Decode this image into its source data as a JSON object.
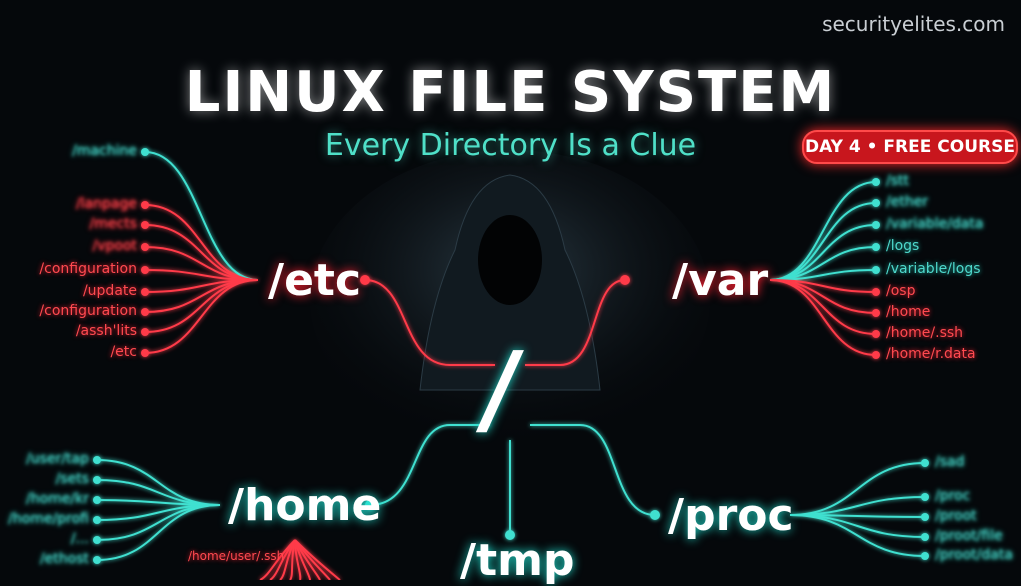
{
  "watermark": "securityelites.com",
  "title": "LINUX FILE SYSTEM",
  "subtitle": "Every Directory Is a Clue",
  "badge": "DAY 4 • FREE COURSE",
  "colors": {
    "red": "#ff3040",
    "cyan": "#3fe0d0",
    "badge": "#c8161d",
    "background": "#05080b"
  },
  "nodes": {
    "root": "/",
    "etc": "/etc",
    "var": "/var",
    "home": "/home",
    "tmp": "/tmp",
    "proc": "/proc"
  },
  "etc_branches": [
    "/machine",
    "/lanpage",
    "/mects",
    "/vpoot",
    "/configuration",
    "/update",
    "/configuration",
    "/assh'lits",
    "/etc"
  ],
  "var_branches": [
    "/stt",
    "/ether",
    "/variable/data",
    "/logs",
    "/variable/logs",
    "/osp",
    "/home",
    "/home/.ssh",
    "/home/r.data"
  ],
  "home_branches": [
    "/user/tap",
    "/sets",
    "/home/kr",
    "/home/profi",
    "/...",
    "/ethost"
  ],
  "home_sub": "/home/user/.ssh",
  "proc_branches": [
    "/sad",
    "/proc",
    "/proot",
    "/proot/file",
    "/proot/data"
  ]
}
